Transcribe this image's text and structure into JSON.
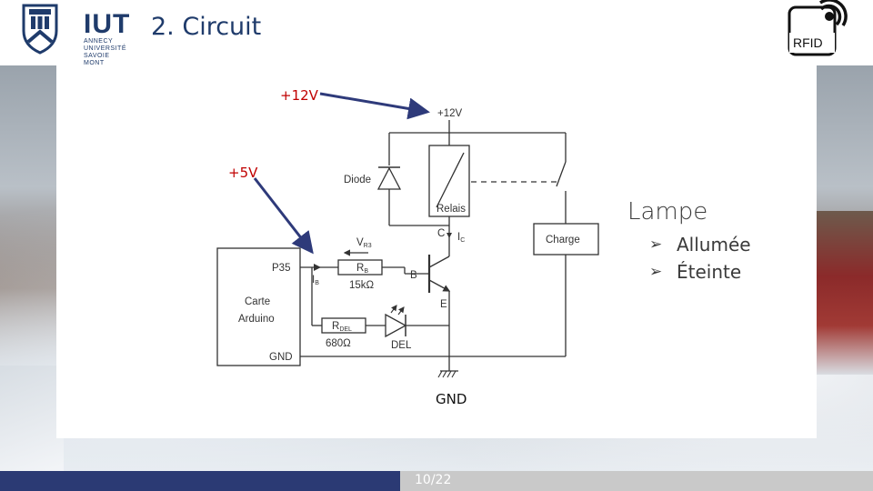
{
  "header": {
    "logo_name": "IUT",
    "logo_lines": [
      "ANNECY",
      "UNIVERSITÉ SAVOIE",
      "MONT BLANC"
    ],
    "title": "2. Circuit",
    "rfid_label": "RFID"
  },
  "circuit": {
    "callout_12v": "+12V",
    "callout_5v": "+5V",
    "supply_label": "+12V",
    "diode": "Diode",
    "relay": "Relais",
    "charge": "Charge",
    "collector": "C",
    "collector_current": "I",
    "collector_current_sub": "C",
    "base": "B",
    "emitter": "E",
    "vr3": "V",
    "vr3_sub": "R3",
    "p35": "P35",
    "ib": "I",
    "ib_sub": "B",
    "rb": "R",
    "rb_sub": "B",
    "rb_value": "15kΩ",
    "board_line1": "Carte",
    "board_line2": "Arduino",
    "gnd_pin": "GND",
    "rdel": "R",
    "rdel_sub": "DEL",
    "rdel_value": "680Ω",
    "del": "DEL",
    "gnd_label": "GND"
  },
  "lampe": {
    "title": "Lampe",
    "items": [
      "Allumée",
      "Éteinte"
    ]
  },
  "footer": {
    "page": "10/22"
  },
  "colors": {
    "brand_blue": "#1f3b6b",
    "callout_red": "#c00000",
    "arrow_navy": "#2e3a7a",
    "footer_blue": "#2b3a74"
  }
}
